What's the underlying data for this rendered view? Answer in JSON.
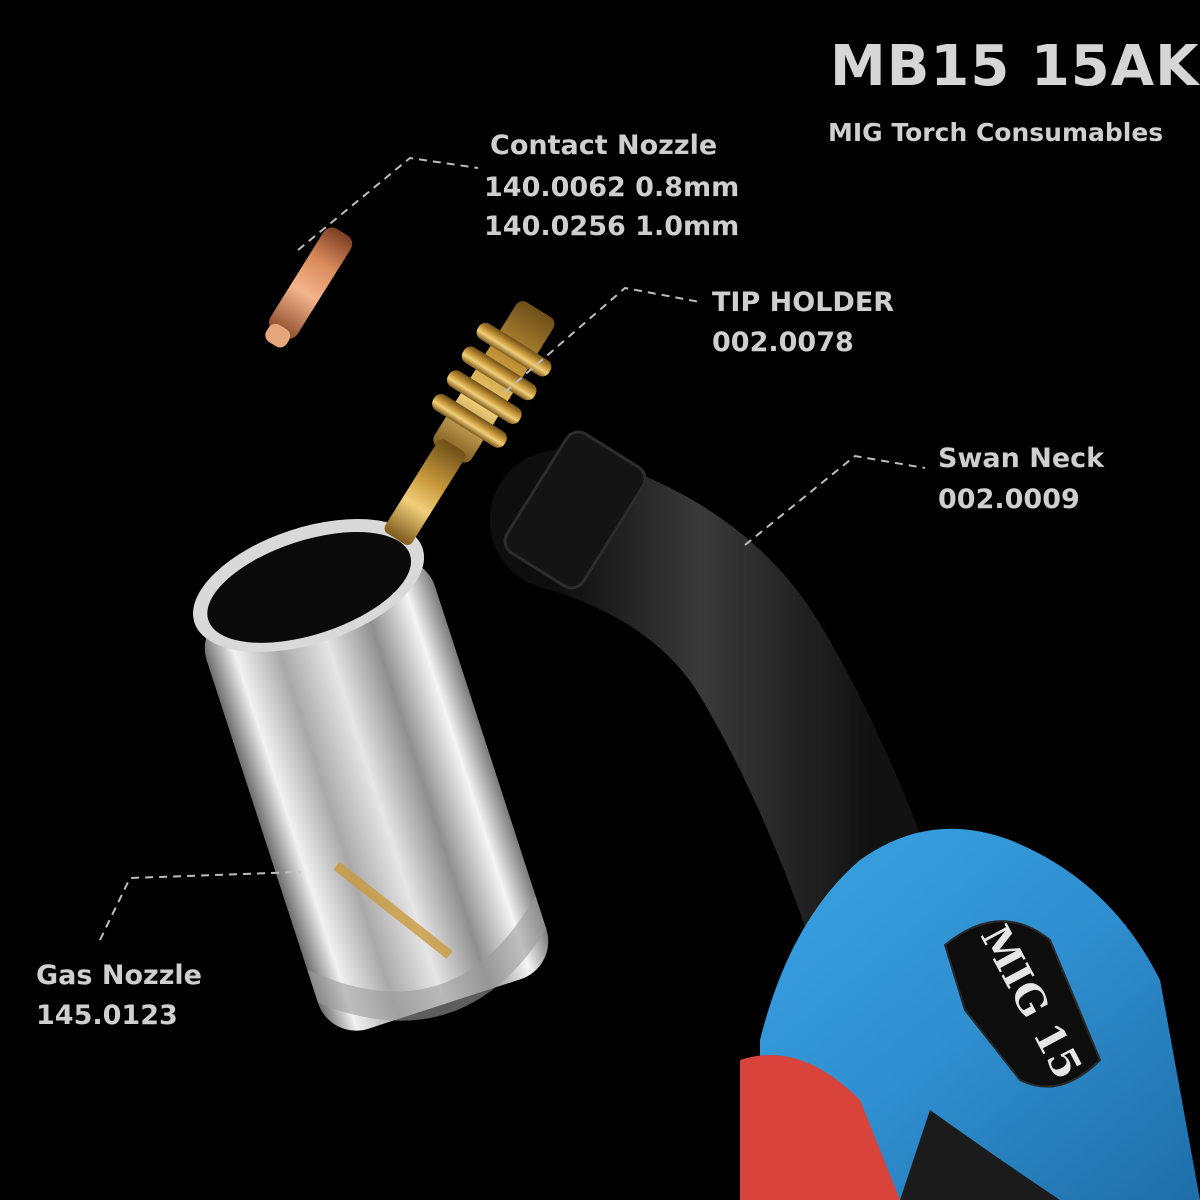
{
  "header": {
    "title": "MB15 15AK",
    "subtitle": "MIG Torch Consumables"
  },
  "parts": {
    "contact_nozzle": {
      "name": "Contact Nozzle",
      "line1": "140.0062   0.8mm",
      "line2": "140.0256   1.0mm"
    },
    "tip_holder": {
      "name": "TIP HOLDER",
      "code": "002.0078"
    },
    "swan_neck": {
      "name": "Swan Neck",
      "code": "002.0009"
    },
    "gas_nozzle": {
      "name": "Gas Nozzle",
      "code": "145.0123"
    }
  },
  "product": {
    "handle_label": "MIG 15"
  },
  "colors": {
    "background": "#000000",
    "handle_blue": "#2f8fd0",
    "handle_red": "#d8433c",
    "brass": "#c99a3c",
    "copper": "#d98a5a",
    "chrome": "#c8c8c8",
    "hose": "#1c1c1c",
    "text": "#cfcfcf"
  }
}
